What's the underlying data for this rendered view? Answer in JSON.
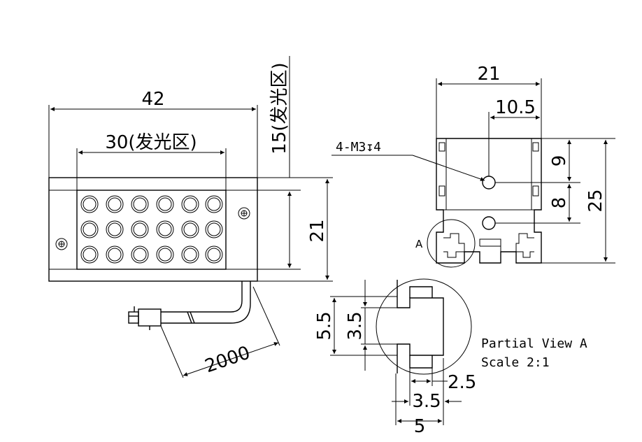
{
  "front_view": {
    "width_overall": "42",
    "width_emitting": "30(发光区)",
    "height_emitting": "15(发光区)",
    "height_overall": "21",
    "cable_length": "2000"
  },
  "side_view": {
    "width_overall": "21",
    "width_half": "10.5",
    "hole_callout": "4-M3↧4",
    "height_top": "9",
    "height_mid": "8",
    "height_overall": "25",
    "detail_marker": "A"
  },
  "detail_view": {
    "title": "Partial View A",
    "scale": "Scale 2:1",
    "dim_outer_height": "5.5",
    "dim_inner_height": "3.5",
    "dim_width_small": "2.5",
    "dim_width_mid": "3.5",
    "dim_width_large": "5"
  }
}
